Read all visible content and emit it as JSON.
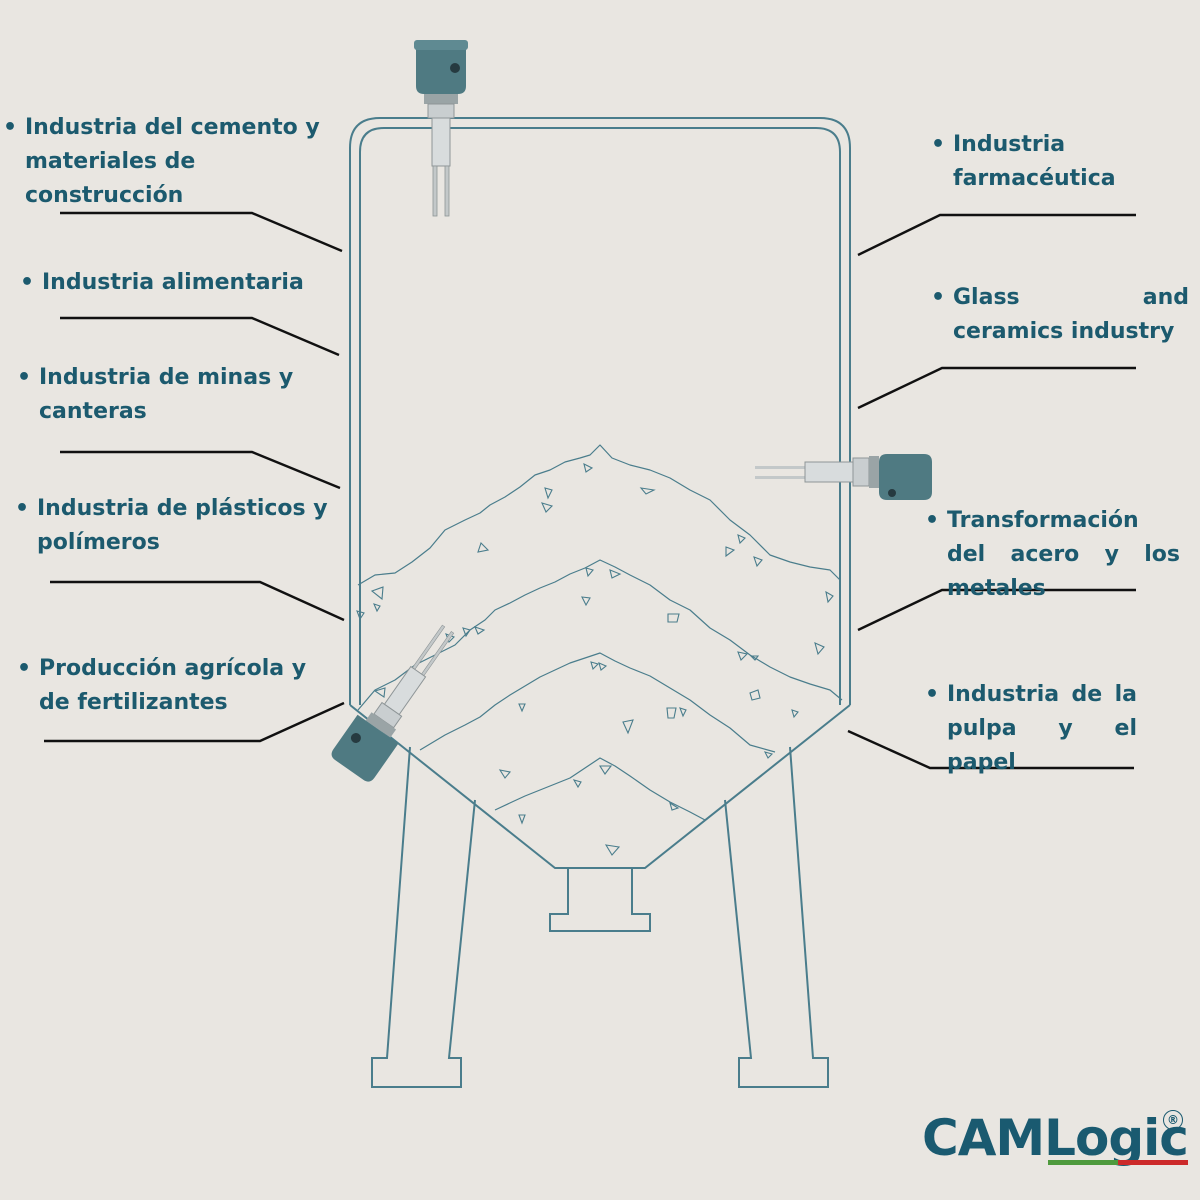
{
  "labels": {
    "left": [
      "Industria del cemento y materiales de construcción",
      "Industria alimentaria",
      "Industria de minas y canteras",
      "Industria de plásticos y polímeros",
      "Producción agrícola y de fertilizantes"
    ],
    "right": [
      "Industria farmacéutica",
      "Glass and ceramics industry",
      "Transformación del acero y los metales",
      "Industria de la pulpa y el papel"
    ]
  },
  "bullet_symbol": "•",
  "brand": {
    "name_part1": "CAM",
    "name_part2": "Logic",
    "registered_mark": "®"
  },
  "colors": {
    "background": "#e9e6e1",
    "text": "#1c5a6e",
    "silo_outline": "#4a7d8c",
    "leader_lines": "#111111",
    "sensor_housing": "#4f7a82",
    "brand_primary": "#1a5a70",
    "brand_green": "#4f9a3d",
    "brand_red": "#cc2a2a"
  },
  "icons": {
    "sensor": "vibrating-fork-level-switch",
    "silo": "storage-silo"
  }
}
